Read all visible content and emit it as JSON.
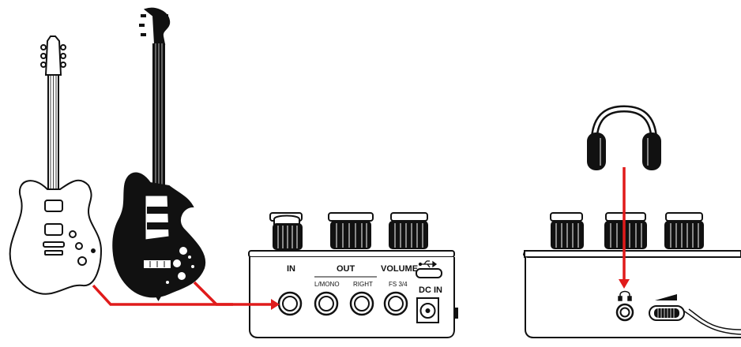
{
  "diagram": {
    "connection_color": "#e01b1b",
    "line_color": "#111111",
    "fill_color": "#ffffff",
    "pedal_front": {
      "labels": {
        "in": "IN",
        "out": "OUT",
        "volume": "VOLUME",
        "l_mono": "L/MONO",
        "right": "RIGHT",
        "fs": "FS 3/4",
        "dc_in": "DC IN"
      },
      "usb_icon": "usb-icon"
    },
    "pedal_side": {
      "headphone_icon": "headphone-jack-icon",
      "wheel_icon": "volume-wheel-icon"
    },
    "instruments": [
      "electric-guitar-icon",
      "bass-guitar-icon"
    ],
    "accessories": [
      "headphones-icon"
    ]
  }
}
